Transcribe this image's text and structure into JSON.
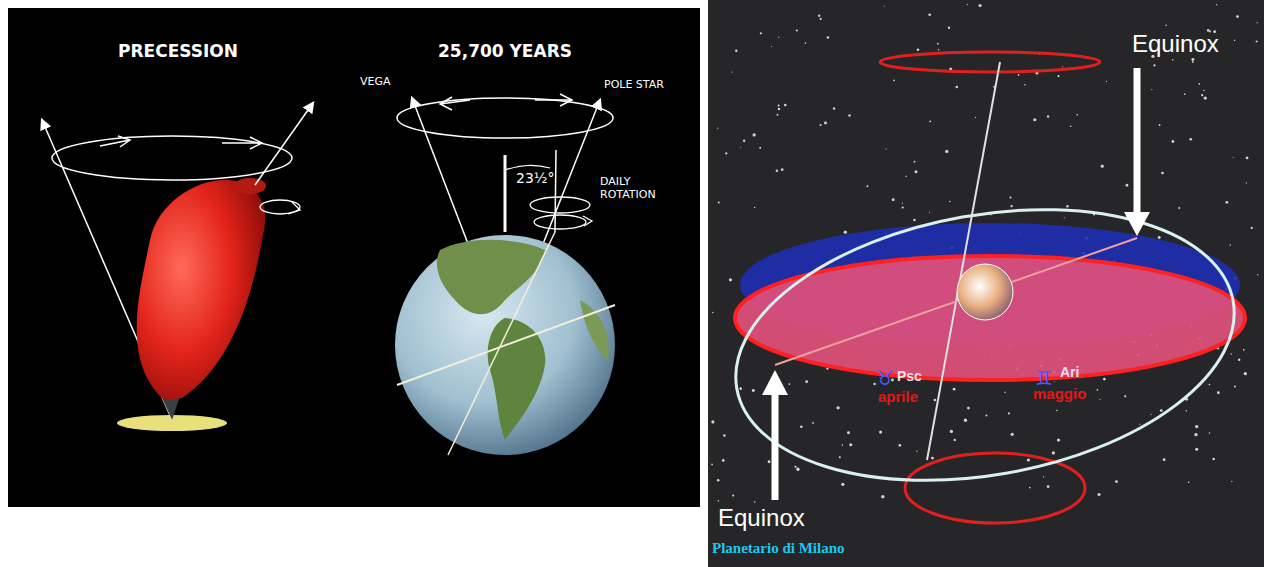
{
  "diagram": {
    "labels": [
      "PRECESSION",
      "25,700 YEARS",
      "VEGA",
      "POLE STAR",
      "23½°",
      "DAILY ROTATION",
      "Equinox",
      "Equinox",
      "♉",
      "Psc",
      "aprile",
      "♊",
      "Ari",
      "maggio",
      "Planetario di Milano"
    ]
  }
}
